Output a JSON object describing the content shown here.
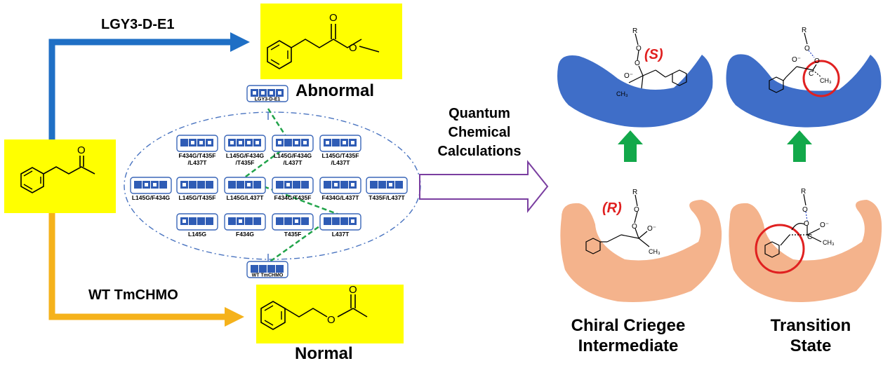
{
  "pathways": {
    "top_enzyme": "LGY3-D-E1",
    "bottom_enzyme": "WT TmCHMO",
    "abnormal_label": "Abnormal",
    "normal_label": "Normal"
  },
  "network": {
    "top_node": "LGY3-D-E1",
    "bottom_node": "WT TmCHMO",
    "row1": [
      "F434G/T435F\n/L437T",
      "L145G/F434G\n/T435F",
      "L145G/F434G\n/L437T",
      "L145G/T435F\n/L437T"
    ],
    "row2": [
      "L145G/F434G",
      "L145G/T435F",
      "L145G/L437T",
      "F434G/T435F",
      "F434G/L437T",
      "T435F/L437T"
    ],
    "row3": [
      "L145G",
      "F434G",
      "T435F",
      "L437T"
    ]
  },
  "arrow_label": [
    "Quantum",
    "Chemical",
    "Calculations"
  ],
  "stereo": {
    "S_label": "(S)",
    "R_label": "(R)"
  },
  "atoms": {
    "R": "R",
    "O": "O",
    "O_minus": "O⁻",
    "CH3": "CH₃",
    "C": "C"
  },
  "captions": {
    "left_line1": "Chiral Criegee",
    "left_line2": "Intermediate",
    "right_line1": "Transition",
    "right_line2": "State"
  },
  "colors": {
    "blue_path": "#1f6fc5",
    "orange_path": "#f5b21b",
    "highlight": "#ffff00",
    "enzyme_blue": "#3f6ec8",
    "enzyme_peach": "#f4b38c",
    "green_arrow": "#12a84a",
    "purple_arrow": "#7a3ea0",
    "red_circle": "#e02020"
  }
}
